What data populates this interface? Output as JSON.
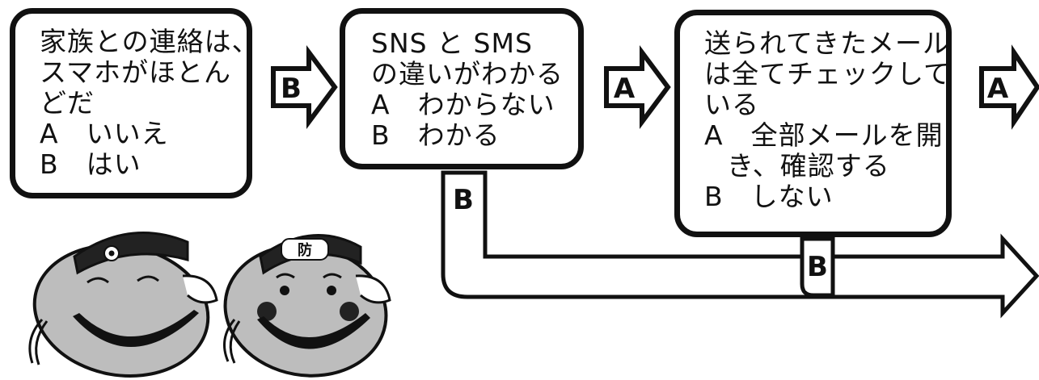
{
  "q1": {
    "lines": [
      "家族との連絡は、",
      "スマホがほとん",
      "どだ",
      "A　いいえ",
      "B　はい"
    ]
  },
  "q2": {
    "lines": [
      "SNS と SMS",
      "の違いがわかる",
      "A　わからない",
      "B　わかる"
    ]
  },
  "q3": {
    "lines": [
      "送られてきたメール",
      "は全てチェックして",
      "いる",
      "A　全部メールを開",
      "き、確認する",
      "B　しない"
    ]
  },
  "arrows": {
    "q1_to_q2": "B",
    "q2_to_q3": "A",
    "q3_next": "A",
    "q2_branch": "B",
    "q3_branch": "B"
  },
  "mascots": {
    "left_cap_emblem": "",
    "right_cap_mark": "防"
  },
  "colors": {
    "ink": "#111111",
    "mascot_fill": "#bdbdbd",
    "cheek": "#111111"
  }
}
